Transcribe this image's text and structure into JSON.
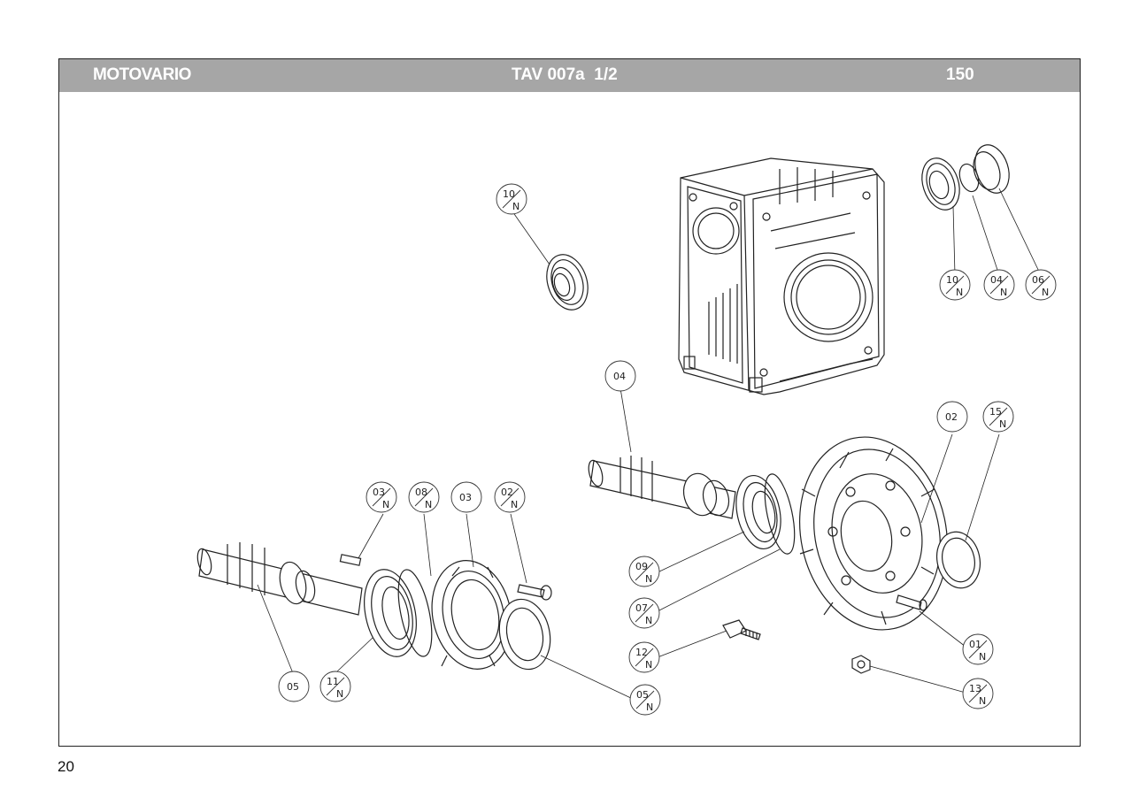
{
  "header": {
    "brand": "MOTOVARIO",
    "table_id": "TAV 007a  1/2",
    "size": "150"
  },
  "page": {
    "number": "20"
  },
  "callouts": [
    {
      "ref": "10",
      "tag": "N"
    },
    {
      "ref": "10",
      "tag": "N"
    },
    {
      "ref": "04",
      "tag": "N"
    },
    {
      "ref": "06",
      "tag": "N"
    },
    {
      "ref": "04",
      "tag": ""
    },
    {
      "ref": "02",
      "tag": ""
    },
    {
      "ref": "15",
      "tag": "N"
    },
    {
      "ref": "03",
      "tag": "N"
    },
    {
      "ref": "08",
      "tag": "N"
    },
    {
      "ref": "03",
      "tag": ""
    },
    {
      "ref": "02",
      "tag": "N"
    },
    {
      "ref": "09",
      "tag": "N"
    },
    {
      "ref": "07",
      "tag": "N"
    },
    {
      "ref": "12",
      "tag": "N"
    },
    {
      "ref": "01",
      "tag": "N"
    },
    {
      "ref": "13",
      "tag": "N"
    },
    {
      "ref": "05",
      "tag": ""
    },
    {
      "ref": "11",
      "tag": "N"
    },
    {
      "ref": "05",
      "tag": "N"
    }
  ]
}
